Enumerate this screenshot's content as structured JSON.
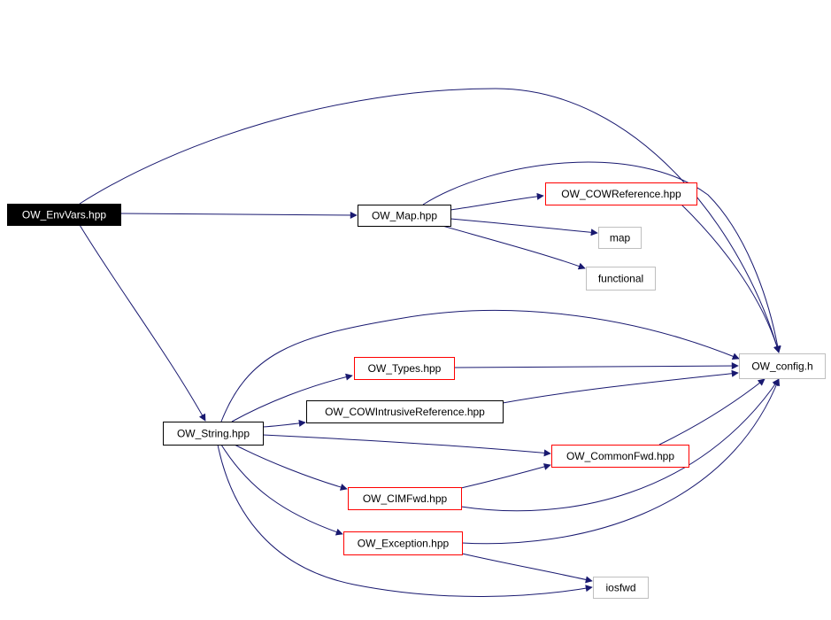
{
  "graph": {
    "nodes": {
      "envvars": {
        "label": "OW_EnvVars.hpp",
        "style": "root"
      },
      "map_hpp": {
        "label": "OW_Map.hpp",
        "style": "doc"
      },
      "cowref": {
        "label": "OW_COWReference.hpp",
        "style": "red"
      },
      "map": {
        "label": "map",
        "style": "gray"
      },
      "functional": {
        "label": "functional",
        "style": "gray"
      },
      "config": {
        "label": "OW_config.h",
        "style": "gray"
      },
      "types": {
        "label": "OW_Types.hpp",
        "style": "red"
      },
      "cowintr": {
        "label": "OW_COWIntrusiveReference.hpp",
        "style": "doc"
      },
      "string": {
        "label": "OW_String.hpp",
        "style": "doc"
      },
      "commonfwd": {
        "label": "OW_CommonFwd.hpp",
        "style": "red"
      },
      "cimfwd": {
        "label": "OW_CIMFwd.hpp",
        "style": "red"
      },
      "exception": {
        "label": "OW_Exception.hpp",
        "style": "red"
      },
      "iosfwd": {
        "label": "iosfwd",
        "style": "gray"
      }
    },
    "colors": {
      "edge": "#191970",
      "root_fill": "#000000",
      "root_text": "#ffffff",
      "doc_border": "#000000",
      "red_border": "#ff0000",
      "gray_border": "#bfbfbf",
      "text": "#000000"
    }
  }
}
